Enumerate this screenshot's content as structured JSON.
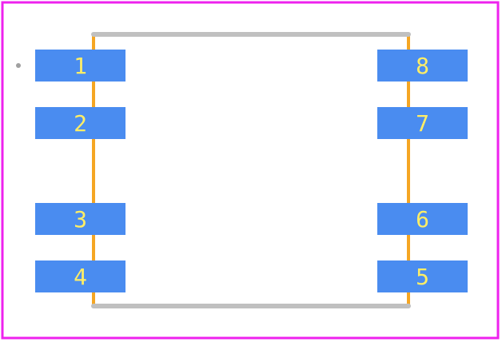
{
  "colors": {
    "background": "#ffffff",
    "boundary": "#ee22ee",
    "body_outline": "#c0c0c0",
    "pin_trace": "#f5a623",
    "pad": "#4a8cf0",
    "pad_label": "#ffee66",
    "pin1_marker": "#a0a0a0"
  },
  "pads": [
    {
      "label": "1",
      "side": "left",
      "row": 1
    },
    {
      "label": "2",
      "side": "left",
      "row": 2
    },
    {
      "label": "3",
      "side": "left",
      "row": 3
    },
    {
      "label": "4",
      "side": "left",
      "row": 4
    },
    {
      "label": "8",
      "side": "right",
      "row": 1
    },
    {
      "label": "7",
      "side": "right",
      "row": 2
    },
    {
      "label": "6",
      "side": "right",
      "row": 3
    },
    {
      "label": "5",
      "side": "right",
      "row": 4
    }
  ]
}
